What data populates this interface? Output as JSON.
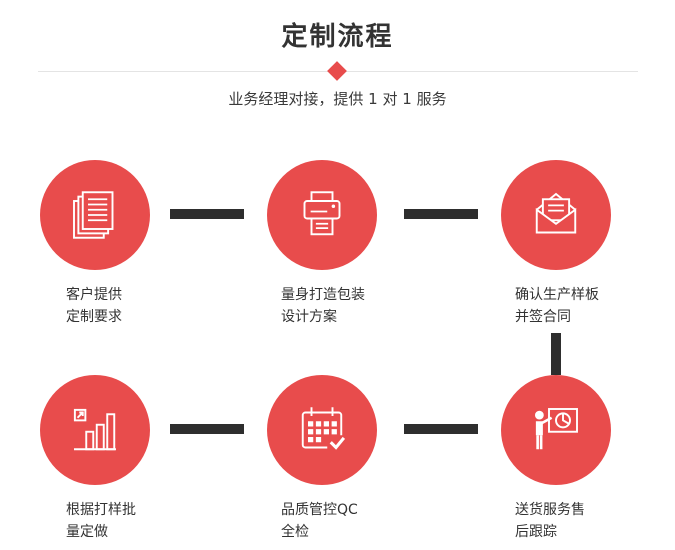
{
  "header": {
    "title": "定制流程",
    "subtitle": "业务经理对接，提供 1 对 1 服务"
  },
  "steps": [
    {
      "icon": "documents-icon",
      "lines": [
        "客户提供",
        "定制要求"
      ]
    },
    {
      "icon": "printer-icon",
      "lines": [
        "量身打造包装",
        "设计方案"
      ]
    },
    {
      "icon": "envelope-icon",
      "lines": [
        "确认生产样板",
        "并签合同"
      ]
    },
    {
      "icon": "bar-chart-icon",
      "lines": [
        "根据打样批",
        "量定做"
      ]
    },
    {
      "icon": "calendar-icon",
      "lines": [
        "品质管控QC",
        "全检"
      ]
    },
    {
      "icon": "presentation-icon",
      "lines": [
        "送货服务售",
        "后跟踪"
      ]
    }
  ],
  "colors": {
    "accent_red": "#e84c4c",
    "connector_dark": "#2e2e2e",
    "divider_gray": "#e4e4e4",
    "text_dark": "#333333"
  }
}
